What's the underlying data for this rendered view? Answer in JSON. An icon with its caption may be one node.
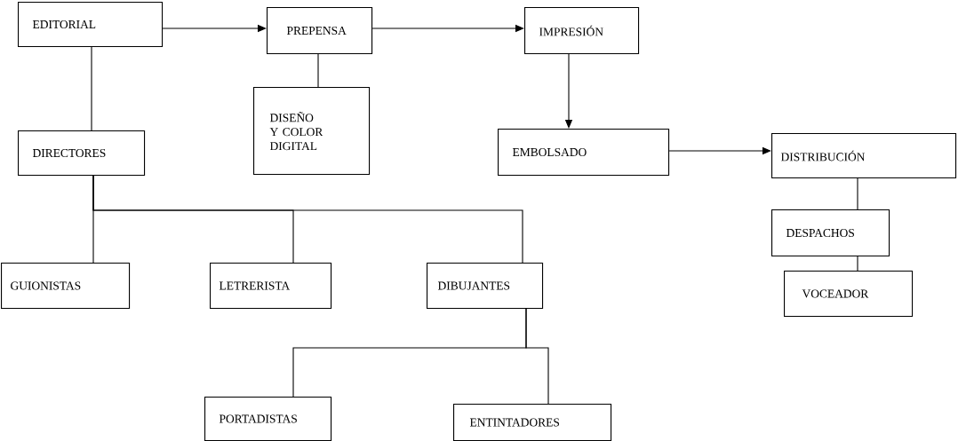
{
  "diagram": {
    "nodes": [
      {
        "text": [
          "EDITORIAL"
        ]
      },
      {
        "text": [
          "PREPENSA"
        ]
      },
      {
        "text": [
          "IMPRESIÓN"
        ]
      },
      {
        "text": [
          "DISEÑO Y COLOR DIGITAL"
        ]
      },
      {
        "text": [
          "DIRECTORES"
        ]
      },
      {
        "text": [
          "EMBOLSADO"
        ]
      },
      {
        "text": [
          "DISTRIBUCIÓN"
        ]
      },
      {
        "text": [
          "DESPACHOS"
        ]
      },
      {
        "text": [
          "VOCEADOR"
        ]
      },
      {
        "text": [
          "GUIONISTAS"
        ]
      },
      {
        "text": [
          "LETRERISTA"
        ]
      },
      {
        "text": [
          "DIBUJANTES"
        ]
      },
      {
        "text": [
          "PORTADISTAS"
        ]
      },
      {
        "text": [
          "ENTINTADORES"
        ]
      }
    ],
    "edges": [
      {
        "from": 0,
        "to": 1,
        "arrow": "to"
      },
      {
        "from": 1,
        "to": 2,
        "arrow": "to"
      },
      {
        "from": 2,
        "to": 5,
        "arrow": "to"
      },
      {
        "from": 5,
        "to": 6,
        "arrow": "to"
      },
      {
        "from": 0,
        "to": 4,
        "arrow": "none"
      },
      {
        "from": 1,
        "to": 3,
        "arrow": "none"
      },
      {
        "from": 6,
        "to": 7,
        "arrow": "none"
      },
      {
        "from": 7,
        "to": 8,
        "arrow": "none"
      },
      {
        "from": 4,
        "to": 9,
        "arrow": "none"
      },
      {
        "from": 4,
        "to": 10,
        "arrow": "none"
      },
      {
        "from": 4,
        "to": 11,
        "arrow": "none"
      },
      {
        "from": 11,
        "to": 12,
        "arrow": "none"
      },
      {
        "from": 11,
        "to": 13,
        "arrow": "none"
      }
    ]
  }
}
